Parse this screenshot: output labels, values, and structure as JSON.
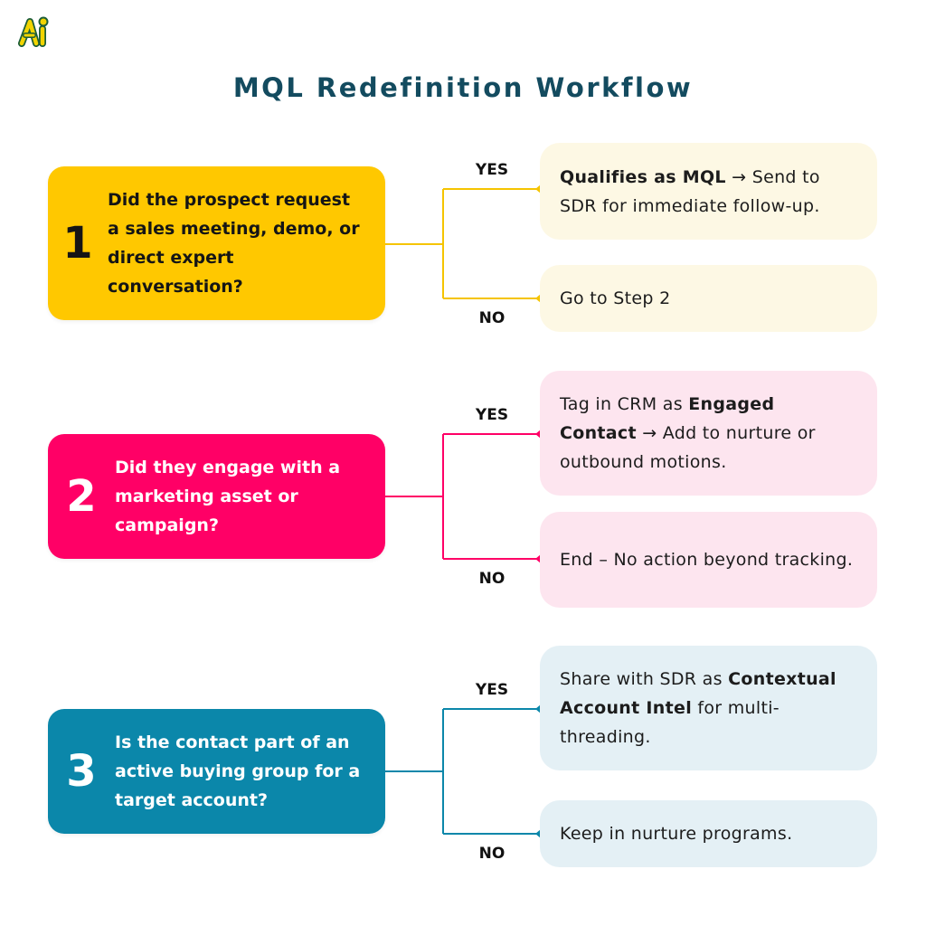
{
  "title": "MQL Redefinition Workflow",
  "colors": {
    "step1": "#ffc800",
    "step2": "#ff0066",
    "step3": "#0b87aa",
    "title": "#134b5f",
    "answer1_bg": "#fdf8e4",
    "answer2_bg": "#fde5ef",
    "answer3_bg": "#e4f0f5"
  },
  "steps": [
    {
      "number": "1",
      "question": "Did the prospect request a sales meeting, demo, or direct expert conversation?",
      "yes_label": "YES",
      "no_label": "NO",
      "yes": {
        "pre": "",
        "bold1": "Qualifies as MQL",
        "mid": " → Send to SDR for immediate follow-up.",
        "bold2": "",
        "post": ""
      },
      "no": {
        "text": "Go to Step 2"
      }
    },
    {
      "number": "2",
      "question": "Did they engage with a marketing asset or campaign?",
      "yes_label": "YES",
      "no_label": "NO",
      "yes": {
        "pre": "Tag in CRM as ",
        "bold1": "Engaged Contact",
        "mid": " → Add to nurture or outbound motions.",
        "bold2": "",
        "post": ""
      },
      "no": {
        "text": "End – No action beyond tracking."
      }
    },
    {
      "number": "3",
      "question": "Is the contact part of an active buying group for a target account?",
      "yes_label": "YES",
      "no_label": "NO",
      "yes": {
        "pre": "Share with SDR as ",
        "bold1": "Contextual Account Intel",
        "mid": " for multi-threading.",
        "bold2": "",
        "post": ""
      },
      "no": {
        "text": "Keep in nurture programs."
      }
    }
  ]
}
